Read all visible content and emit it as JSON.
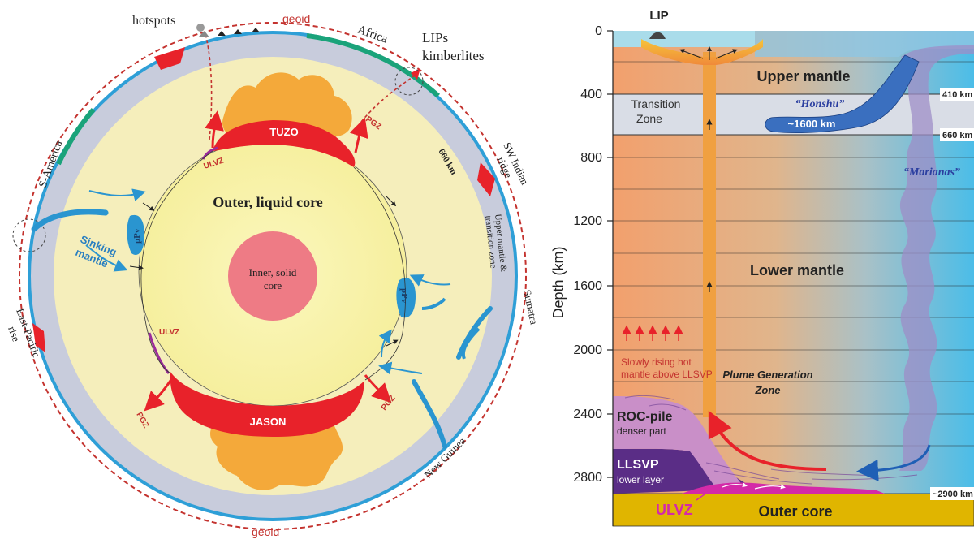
{
  "earth_section": {
    "labels": {
      "hotspots": "hotspots",
      "geoid_top": "geoid",
      "geoid_bottom": "geoid",
      "africa": "Africa",
      "lips_line1": "LIPs",
      "lips_line2": "kimberlites",
      "s_america": "S-America",
      "sw_indian_line1": "SW Indian",
      "sw_indian_line2": "ridge",
      "east_pacific_line1": "East-Pacific",
      "east_pacific_line2": "rise",
      "sumatra": "Sumatra",
      "new_guinea": "New Guinea",
      "km660": "660 km",
      "upper_mantle_line1": "Upper mantle &",
      "upper_mantle_line2": "transition zone",
      "outer_core": "Outer, liquid core",
      "inner_core_line1": "Inner, solid",
      "inner_core_line2": "core",
      "sinking_line1": "Sinking",
      "sinking_line2": "mantle",
      "tuzo": "TUZO",
      "jason": "JASON",
      "ulvz_top": "ULVZ",
      "ulvz_left": "ULVZ",
      "pgz_top": "PGZ",
      "pgz_bl": "PGZ",
      "pgz_br": "PGZ",
      "ppv_left": "pPv",
      "ppv_right": "pPv"
    },
    "colors": {
      "ocean_blue": "#2e9fd7",
      "mantle_gray": "#c8ccdc",
      "lower_mantle": "#f5eebb",
      "outer_core": "#f8f3a8",
      "inner_core": "#ee7b85",
      "llsvp_red": "#e8222a",
      "plume_orange": "#f4a93a",
      "continent_green": "#1aa37a",
      "geoid_red": "#c4332f",
      "slab_blue": "#2a95d0"
    }
  },
  "cross_section": {
    "ylabel": "Depth (km)",
    "depth_ticks": [
      "0",
      "400",
      "800",
      "1200",
      "1600",
      "2000",
      "2400",
      "2800"
    ],
    "lip": "LIP",
    "upper_mantle": "Upper mantle",
    "transition_line1": "Transition",
    "transition_line2": "Zone",
    "honshu": "“Honshu”",
    "honshu_length": "~1600 km",
    "marianas": "“Marianas”",
    "km410": "410 km",
    "km660": "660 km",
    "km2900": "~2900 km",
    "lower_mantle": "Lower mantle",
    "slowly_line1": "Slowly rising hot",
    "slowly_line2": "mantle above LLSVP",
    "plume_gen_line1": "Plume Generation",
    "plume_gen_line2": "Zone",
    "roc_title": "ROC-pile",
    "roc_sub": "denser part",
    "llsvp_title": "LLSVP",
    "llsvp_sub": "lower layer",
    "ulvz": "ULVZ",
    "outer_core": "Outer core",
    "colors": {
      "outer_core": "#e0b500",
      "llsvp": "#5a2d86",
      "roc": "#c98fc8",
      "ulvz": "#d42aa8",
      "plume": "#f0a040",
      "slab": "#3a6fbf",
      "lithosphere": "#a9dcea"
    }
  }
}
